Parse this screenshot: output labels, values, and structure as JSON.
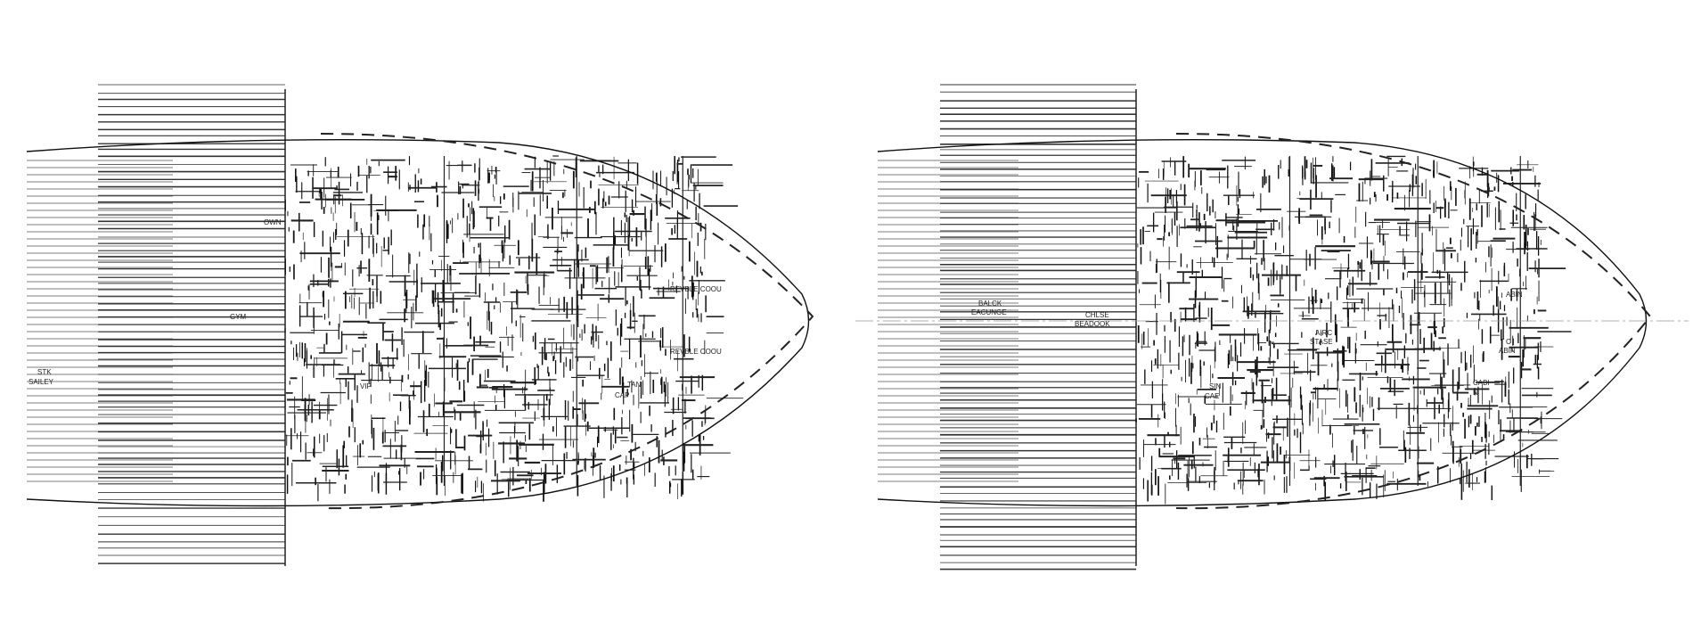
{
  "drawings": [
    {
      "id": "deck-plan-left",
      "labels": [
        "OWN",
        "GYM",
        "VIP",
        "REVBLE COOU",
        "REVBLE COOU",
        "CAP",
        "TAN",
        "STK",
        "SAILEY"
      ]
    },
    {
      "id": "deck-plan-right",
      "labels": [
        "BALCK",
        "EACUNGE",
        "CHLSE",
        "BEADOOK",
        "AIRC",
        "STASE",
        "SIN",
        "CAE",
        "CABI",
        "N",
        "C",
        "ABIN",
        "ABIN"
      ]
    }
  ],
  "colors": {
    "line": "#111111",
    "background": "#ffffff"
  }
}
